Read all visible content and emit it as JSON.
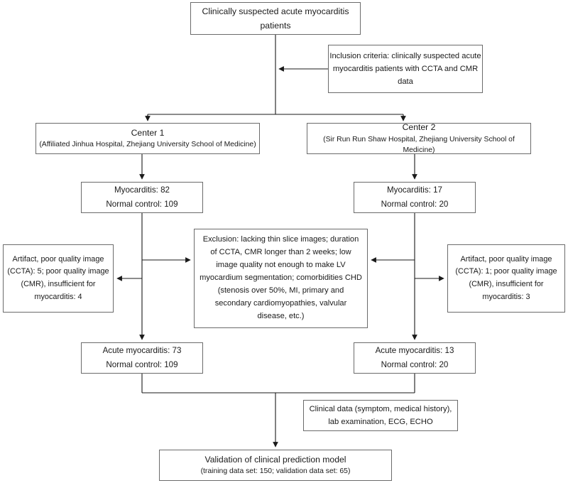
{
  "diagram": {
    "title": "Clinical prediction model study flowchart",
    "stroke_color": "#6b6b6b",
    "line_color": "#1a1a1a",
    "background": "#ffffff"
  },
  "nodes": {
    "suspected": {
      "line1": "Clinically suspected acute myocarditis",
      "line2": "patients"
    },
    "inclusion": {
      "text": "Inclusion criteria: clinically suspected acute myocarditis patients with CCTA and CMR data"
    },
    "center1": {
      "title": "Center 1",
      "subtitle": "(Affiliated Jinhua Hospital, Zhejiang University School of Medicine)"
    },
    "center2": {
      "title": "Center 2",
      "subtitle": "(Sir Run Run Shaw Hospital, Zhejiang University School of Medicine)"
    },
    "count1": {
      "line1": "Myocarditis: 82",
      "line2": "Normal control: 109"
    },
    "count2": {
      "line1": "Myocarditis: 17",
      "line2": "Normal control: 20"
    },
    "exclusion": {
      "text": "Exclusion: lacking thin slice images; duration of CCTA, CMR longer than 2 weeks; low image quality not enough to make LV myocardium segmentation; comorbidities CHD (stenosis over 50%, MI, primary and secondary cardiomyopathies, valvular disease, etc.)"
    },
    "artifact_left": {
      "text": "Artifact, poor quality image (CCTA): 5; poor quality image (CMR), insufficient for myocarditis: 4"
    },
    "artifact_right": {
      "text": "Artifact, poor quality image (CCTA): 1; poor quality image (CMR), insufficient for myocarditis: 3"
    },
    "acute1": {
      "line1": "Acute myocarditis: 73",
      "line2": "Normal control: 109"
    },
    "acute2": {
      "line1": "Acute myocarditis: 13",
      "line2": "Normal control: 20"
    },
    "clinical": {
      "text": "Clinical data (symptom, medical history), lab examination, ECG, ECHO"
    },
    "validation": {
      "title": "Validation of clinical prediction model",
      "subtitle": "(training data set: 150; validation data set: 65)"
    }
  },
  "counts": {
    "center1_myocarditis": 82,
    "center1_normal_control": 109,
    "center2_myocarditis": 17,
    "center2_normal_control": 20,
    "center1_excluded_ccta": 5,
    "center1_excluded_cmr": 4,
    "center2_excluded_ccta": 1,
    "center2_excluded_cmr": 3,
    "center1_acute_myocarditis": 73,
    "center1_final_normal_control": 109,
    "center2_acute_myocarditis": 13,
    "center2_final_normal_control": 20,
    "training_data_set": 150,
    "validation_data_set": 65
  }
}
